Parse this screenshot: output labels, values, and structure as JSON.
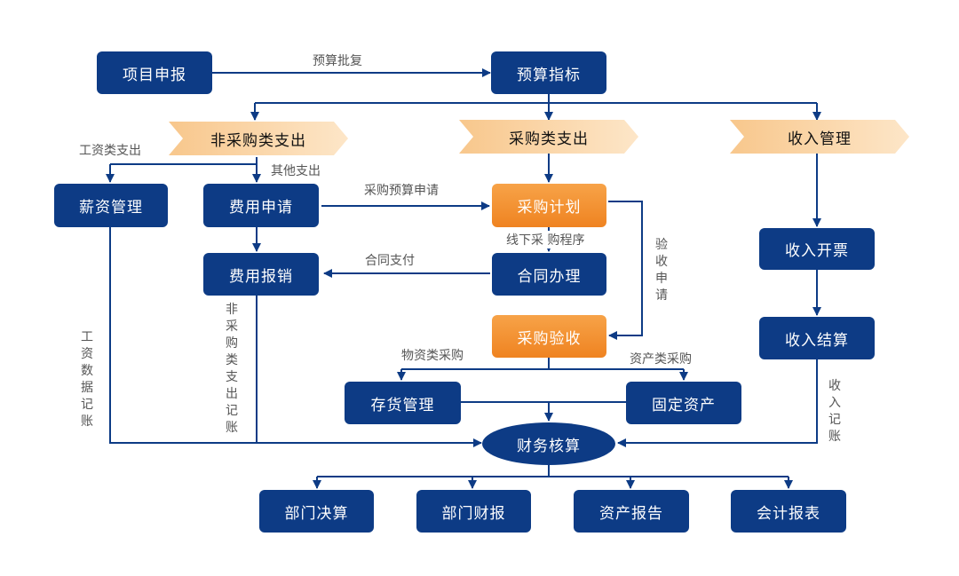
{
  "colors": {
    "node": "#0d3b85",
    "highlight": "#ef8321",
    "banner": "#fbd5a6",
    "line": "#0d3b85"
  },
  "nodes": {
    "project_report": "项目申报",
    "budget_index": "预算指标",
    "salary_mgmt": "薪资管理",
    "expense_apply": "费用申请",
    "expense_reimburse": "费用报销",
    "purchase_plan": "采购计划",
    "contract_handle": "合同办理",
    "purchase_accept": "采购验收",
    "inventory_mgmt": "存货管理",
    "fixed_assets": "固定资产",
    "finance_accounting": "财务核算",
    "income_invoice": "收入开票",
    "income_settle": "收入结算",
    "dept_final": "部门决算",
    "dept_report": "部门财报",
    "asset_report": "资产报告",
    "accounting_report": "会计报表"
  },
  "banners": {
    "non_procurement": "非采购类支出",
    "procurement": "采购类支出",
    "income": "收入管理"
  },
  "labels": {
    "budget_approval": "预算批复",
    "salary_expense": "工资类支出",
    "other_expense": "其他支出",
    "purchase_budget_apply": "采购预算申请",
    "offline_purchase": "线下采  购程序",
    "contract_payment": "合同支付",
    "material_purchase": "物资类采购",
    "asset_purchase": "资产类采购",
    "acceptance_apply": "验收申请",
    "salary_data_record": "工资数据记账",
    "non_proc_record": "非采购类支出记账",
    "income_record": "收入记账"
  }
}
